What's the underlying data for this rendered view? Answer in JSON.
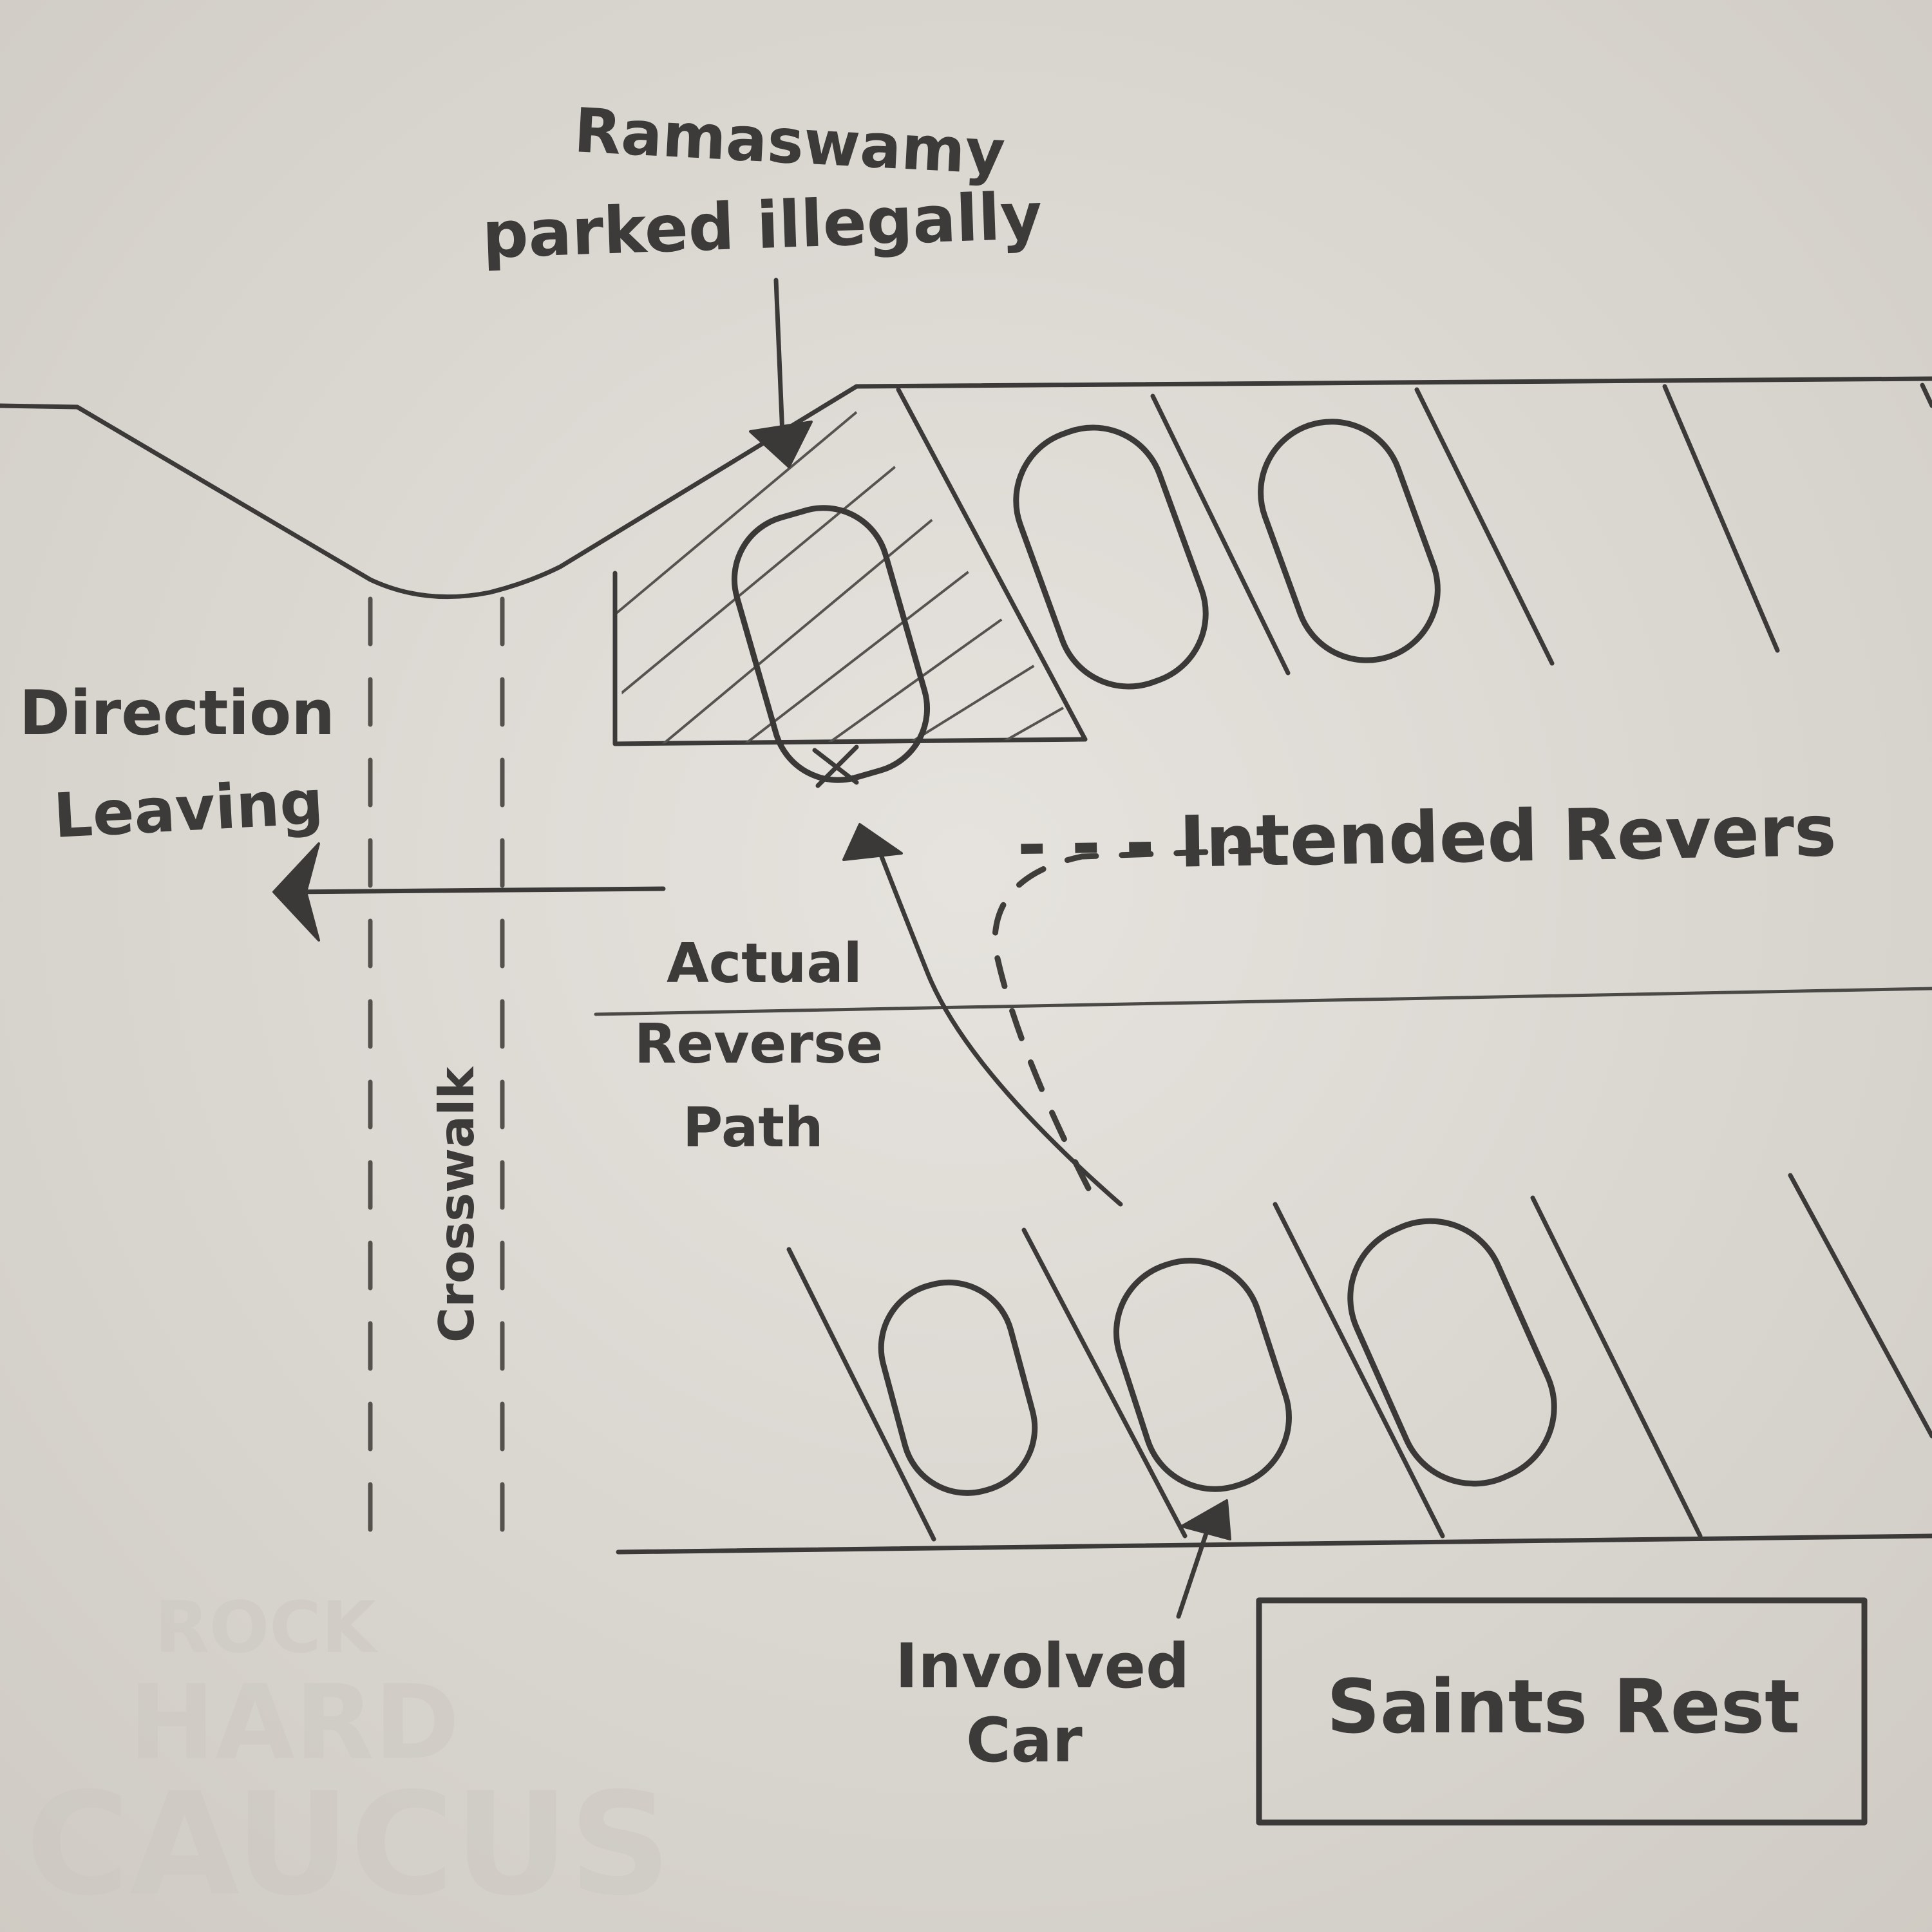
{
  "labels": {
    "ramaswamy_line1": "Ramaswamy",
    "ramaswamy_line2": "parked illegally",
    "direction_line1": "Direction",
    "direction_line2": "Leaving",
    "intended": "- - - Intended Revers",
    "actual_line1": "Actual",
    "actual_line2": "Reverse",
    "actual_line3": "Path",
    "crosswalk": "Crosswalk",
    "involved_line1": "Involved",
    "involved_line2": "Car",
    "building": "Saints Rest"
  },
  "watermark": {
    "line1": "ROCK",
    "line2": "HARD",
    "line3": "CAUCUS"
  },
  "colors": {
    "paper": "#d9d6d0",
    "pencil": "#3b3a38"
  }
}
